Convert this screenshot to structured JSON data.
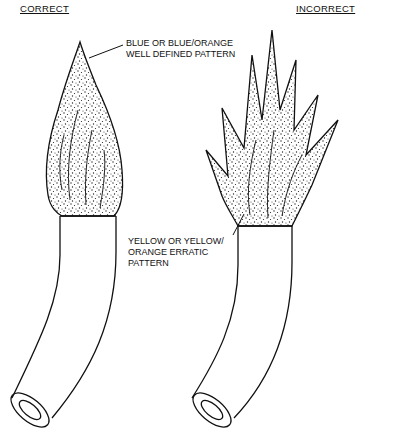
{
  "diagram": {
    "labels": [
      "CORRECT",
      "INCORRECT",
      "BLUE OR BLUE/ORANGE WELL DEFINED PATTERN",
      "YELLOW OR YELLOW/ ORANGE ERRATIC PATTERN"
    ]
  }
}
